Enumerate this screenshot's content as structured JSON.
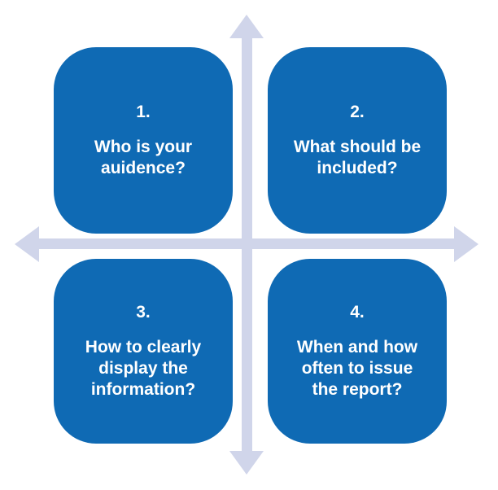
{
  "colors": {
    "box_blue": "#0F6AB4",
    "arrow": "#D0D5EA",
    "text_white": "#FFFFFF",
    "background": "#FFFFFF"
  },
  "icons": {
    "arrow_up_icon": "css-triangle-up",
    "arrow_down_icon": "css-triangle-down",
    "arrow_left_icon": "css-triangle-left",
    "arrow_right_icon": "css-triangle-right"
  },
  "quadrants": [
    {
      "number": "1.",
      "question": "Who is your\nauidence?"
    },
    {
      "number": "2.",
      "question": "What should be\nincluded?"
    },
    {
      "number": "3.",
      "question": "How to clearly\ndisplay the\ninformation?"
    },
    {
      "number": "4.",
      "question": "When and how\noften to issue\nthe report?"
    }
  ]
}
